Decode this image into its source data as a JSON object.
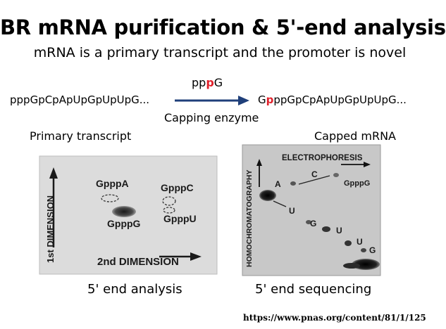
{
  "slide": {
    "title": "BR mRNA purification & 5'-end analysis",
    "subtitle": "mRNA is a primary transcript and the promoter is novel",
    "reaction": {
      "reagent_prefix": "pp",
      "reagent_red": "p",
      "reagent_suffix": "G",
      "substrate": "pppGpCpApUpGpUpUpG...",
      "product_prefix": "G",
      "product_red": "p",
      "product_suffix": "ppGpCpApUpGpUpUpG...",
      "enzyme": "Capping enzyme"
    },
    "primary_label": "Primary transcript",
    "capped_label": "Capped mRNA",
    "left_panel": {
      "y_axis": "1st DIMENSION",
      "x_axis": "2nd DIMENSION",
      "spots": [
        "GpppA",
        "GpppC",
        "GpppG",
        "GpppU"
      ],
      "caption": "5' end analysis"
    },
    "right_panel": {
      "x_axis": "ELECTROPHORESIS",
      "y_axis": "HOMOCHROMATOGRAPHY",
      "labels": [
        "A",
        "C",
        "GpppG",
        "U",
        "G",
        "U",
        "U",
        "G"
      ],
      "caption": "5' end sequencing"
    },
    "url": "https://www.pnas.org/content/81/1/125"
  },
  "colors": {
    "accent_red": "#e0202a",
    "arrow": "#1f3f7a"
  }
}
